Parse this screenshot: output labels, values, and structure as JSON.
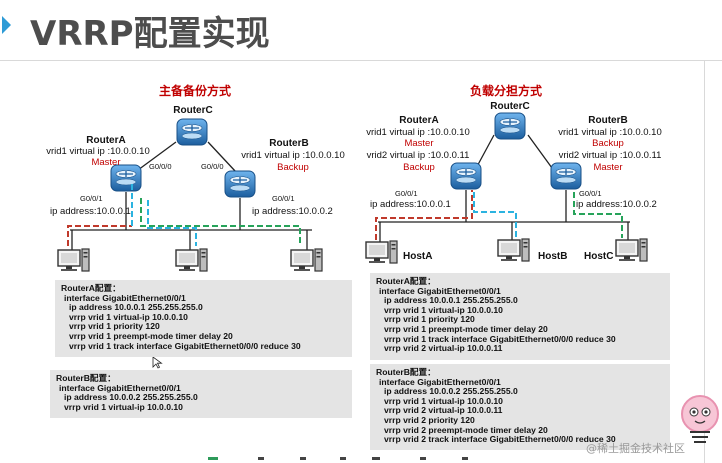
{
  "title": "VRRP配置实现",
  "left_panel": {
    "heading": "主备备份方式",
    "router_c": "RouterC",
    "router_a": {
      "name": "RouterA",
      "vrid_line": "vrid1 virtual ip :10.0.0.10",
      "role": "Master"
    },
    "router_b": {
      "name": "RouterB",
      "vrid_line": "vrid1 virtual ip :10.0.0.10",
      "role": "Backup"
    },
    "ports": {
      "a_up": "G0/0/0",
      "b_up": "G0/0/0",
      "a_down": "G0/0/1",
      "b_down": "G0/0/1"
    },
    "ip_a": "ip address:10.0.0.1",
    "ip_b": "ip address:10.0.0.2",
    "router_a_config": {
      "header": "RouterA配置：",
      "lines": [
        "interface GigabitEthernet0/0/1",
        "ip address 10.0.0.1 255.255.255.0",
        "vrrp vrid 1 virtual-ip 10.0.0.10",
        "vrrp vrid 1 priority 120",
        "vrrp vrid 1 preempt-mode timer delay 20",
        "vrrp vrid 1 track interface GigabitEthernet0/0/0 reduce 30"
      ]
    },
    "router_b_config": {
      "header": "RouterB配置：",
      "lines": [
        "interface GigabitEthernet0/0/1",
        "ip address 10.0.0.2 255.255.255.0",
        "vrrp vrid 1 virtual-ip 10.0.0.10"
      ]
    }
  },
  "right_panel": {
    "heading": "负载分担方式",
    "router_c": "RouterC",
    "router_a": {
      "name": "RouterA",
      "vrid1_line": "vrid1 virtual ip :10.0.0.10",
      "vrid1_role": "Master",
      "vrid2_line": "vrid2 virtual ip :10.0.0.11",
      "vrid2_role": "Backup"
    },
    "router_b": {
      "name": "RouterB",
      "vrid1_line": "vrid1 virtual ip :10.0.0.10",
      "vrid1_role": "Backup",
      "vrid2_line": "vrid2 virtual ip :10.0.0.11",
      "vrid2_role": "Master"
    },
    "ports": {
      "a_down": "G0/0/1",
      "b_down": "G0/0/1"
    },
    "ip_a": "ip address:10.0.0.1",
    "ip_b": "ip address:10.0.0.2",
    "hosts": [
      "HostA",
      "HostB",
      "HostC"
    ],
    "router_a_config": {
      "header": "RouterA配置：",
      "lines": [
        "interface GigabitEthernet0/0/1",
        "ip address 10.0.0.1 255.255.255.0",
        "vrrp vrid 1 virtual-ip 10.0.0.10",
        "vrrp vrid 1 priority 120",
        "vrrp vrid 1 preempt-mode timer delay 20",
        "vrrp vrid 1 track interface GigabitEthernet0/0/0 reduce 30",
        "vrrp vrid 2 virtual-ip 10.0.0.11"
      ]
    },
    "router_b_config": {
      "header": "RouterB配置：",
      "lines": [
        "interface GigabitEthernet0/0/1",
        "ip address 10.0.0.2 255.255.255.0",
        "vrrp vrid 1 virtual-ip 10.0.0.10",
        "vrrp vrid 2 virtual-ip 10.0.0.11",
        "vrrp vrid 2 priority 120",
        "vrrp vrid 2 preempt-mode timer delay 20",
        "vrrp vrid 2 track interface GigabitEthernet0/0/0 reduce 30"
      ]
    }
  },
  "watermark": "@稀土掘金技术社区",
  "colors": {
    "heading_red": "#c00000",
    "role_red": "#c00000",
    "router_blue": "#1f6fb5",
    "path_red": "#c0392b",
    "path_green": "#27a35a",
    "path_cyan": "#2bb3e0",
    "config_bg": "#e4e4e4",
    "accent": "#2e9bd6"
  },
  "icons": [
    "router-icon",
    "host-pc-icon",
    "cursor-icon",
    "mascot-icon"
  ]
}
